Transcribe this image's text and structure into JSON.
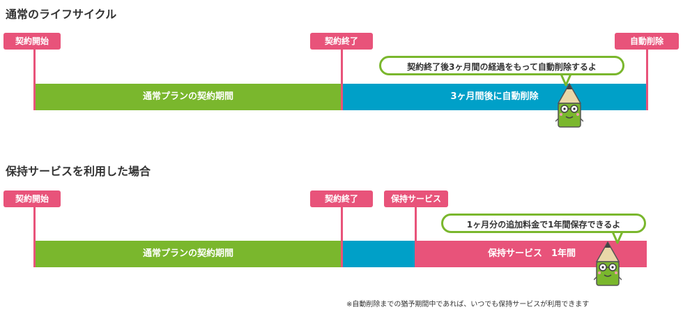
{
  "normal": {
    "title": "通常のライフサイクル",
    "tag_start": "契約開始",
    "tag_end": "契約終了",
    "tag_delete": "自動削除",
    "bar_contract": "通常プランの契約期間",
    "bar_after": "3ヶ月間後に自動削除",
    "callout": "契約終了後3ヶ月間の経過をもって自動削除するよ"
  },
  "retention": {
    "title": "保持サービスを利用した場合",
    "tag_start": "契約開始",
    "tag_end": "契約終了",
    "tag_service": "保持サービス",
    "bar_contract": "通常プランの契約期間",
    "bar_service": "保持サービス　1年間",
    "callout": "1ヶ月分の追加料金で1年間保存できるよ"
  },
  "footnote": "※自動削除までの猶予期間中であれば、いつでも保持サービスが利用できます",
  "colors": {
    "accent_pink": "#e8537a",
    "contract_green": "#7ab72d",
    "grace_blue": "#00a0c8",
    "text_dark": "#333333"
  },
  "icons": [
    "pencil-mascot-icon"
  ]
}
